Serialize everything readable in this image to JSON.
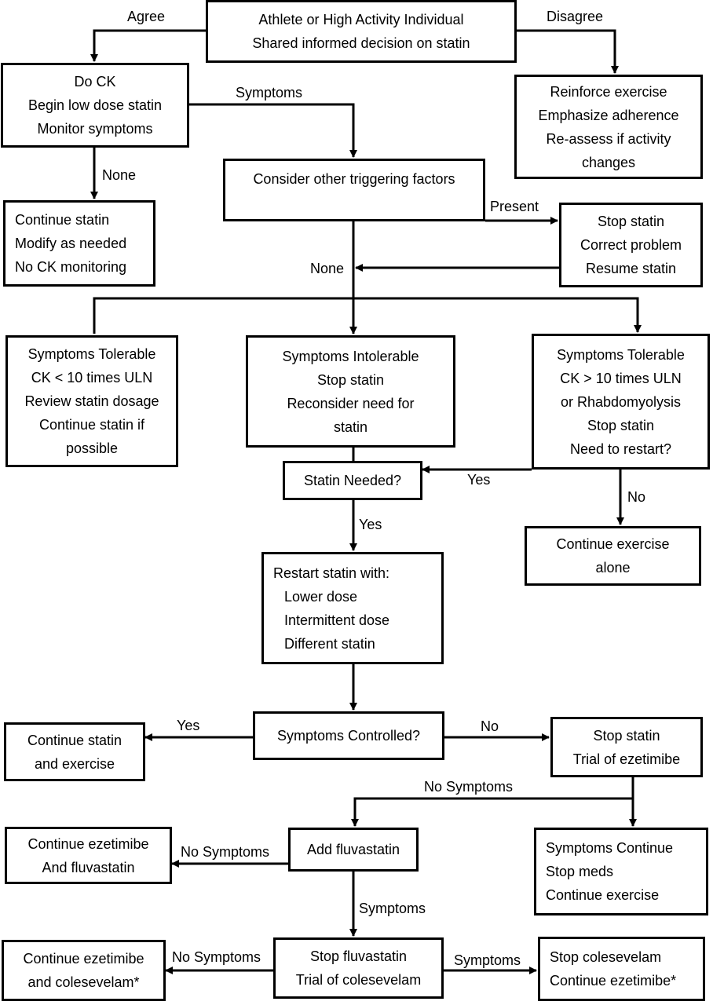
{
  "nodes": {
    "start": [
      "Athlete or High Activity Individual",
      "Shared informed decision on statin"
    ],
    "do_ck": [
      "Do CK",
      "Begin low dose statin",
      "Monitor symptoms"
    ],
    "reinforce": [
      "Reinforce exercise",
      "Emphasize adherence",
      "Re-assess if activity",
      "changes"
    ],
    "consider": [
      "Consider other triggering factors"
    ],
    "continue_statin": [
      "Continue statin",
      "Modify as needed",
      "No CK monitoring"
    ],
    "stop_correct": [
      "Stop statin",
      "Correct problem",
      "Resume statin"
    ],
    "tolerable_low": [
      "Symptoms Tolerable",
      "CK < 10 times ULN",
      "Review statin dosage",
      "Continue statin if",
      "possible"
    ],
    "intolerable": [
      "Symptoms Intolerable",
      "Stop statin",
      "Reconsider need for",
      "statin"
    ],
    "tolerable_high": [
      "Symptoms Tolerable",
      "CK > 10 times ULN",
      "or Rhabdomyolysis",
      "Stop statin",
      "Need to restart?"
    ],
    "statin_needed": [
      "Statin Needed?"
    ],
    "continue_exercise": [
      "Continue exercise",
      "alone"
    ],
    "restart": [
      "Restart statin with:",
      "Lower dose",
      "Intermittent dose",
      "Different statin"
    ],
    "controlled": [
      "Symptoms Controlled?"
    ],
    "continue_statin_ex": [
      "Continue statin",
      "and exercise"
    ],
    "stop_ezetimibe": [
      "Stop statin",
      "Trial of ezetimibe"
    ],
    "add_fluva": [
      "Add fluvastatin"
    ],
    "cont_eze_fluva": [
      "Continue ezetimibe",
      "And fluvastatin"
    ],
    "symptoms_continue": [
      "Symptoms Continue",
      "Stop meds",
      "Continue exercise"
    ],
    "stop_fluva": [
      "Stop fluvastatin",
      "Trial of colesevelam"
    ],
    "cont_eze_coles": [
      "Continue ezetimibe",
      "and colesevelam*"
    ],
    "stop_coles": [
      "Stop colesevelam",
      "Continue ezetimibe*"
    ]
  },
  "labels": {
    "agree": "Agree",
    "disagree": "Disagree",
    "symptoms_1": "Symptoms",
    "none_1": "None",
    "present": "Present",
    "none_2": "None",
    "yes_1": "Yes",
    "no_1": "No",
    "yes_2": "Yes",
    "yes_3": "Yes",
    "no_2": "No",
    "no_symptoms_1": "No Symptoms",
    "no_symptoms_2": "No Symptoms",
    "symptoms_2": "Symptoms",
    "no_symptoms_3": "No Symptoms",
    "symptoms_3": "Symptoms"
  }
}
